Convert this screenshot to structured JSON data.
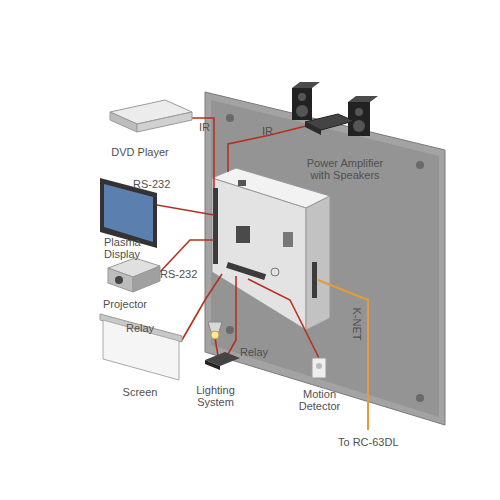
{
  "diagram": {
    "nodes": [
      {
        "text": [
          "Power Amplifier with Speakers"
        ]
      },
      {
        "text": [
          "DVD Player"
        ]
      },
      {
        "text": [
          "Plasma Display"
        ]
      },
      {
        "text": [
          "Projector"
        ]
      },
      {
        "text": [
          "Screen"
        ]
      },
      {
        "text": [
          "Lighting System"
        ]
      },
      {
        "text": [
          "Motion Detector"
        ]
      }
    ],
    "labels": [
      "IR",
      "IR",
      "RS-232",
      "RS-232",
      "Relay",
      "Relay",
      "K-NET",
      "To RC-63DL"
    ]
  }
}
